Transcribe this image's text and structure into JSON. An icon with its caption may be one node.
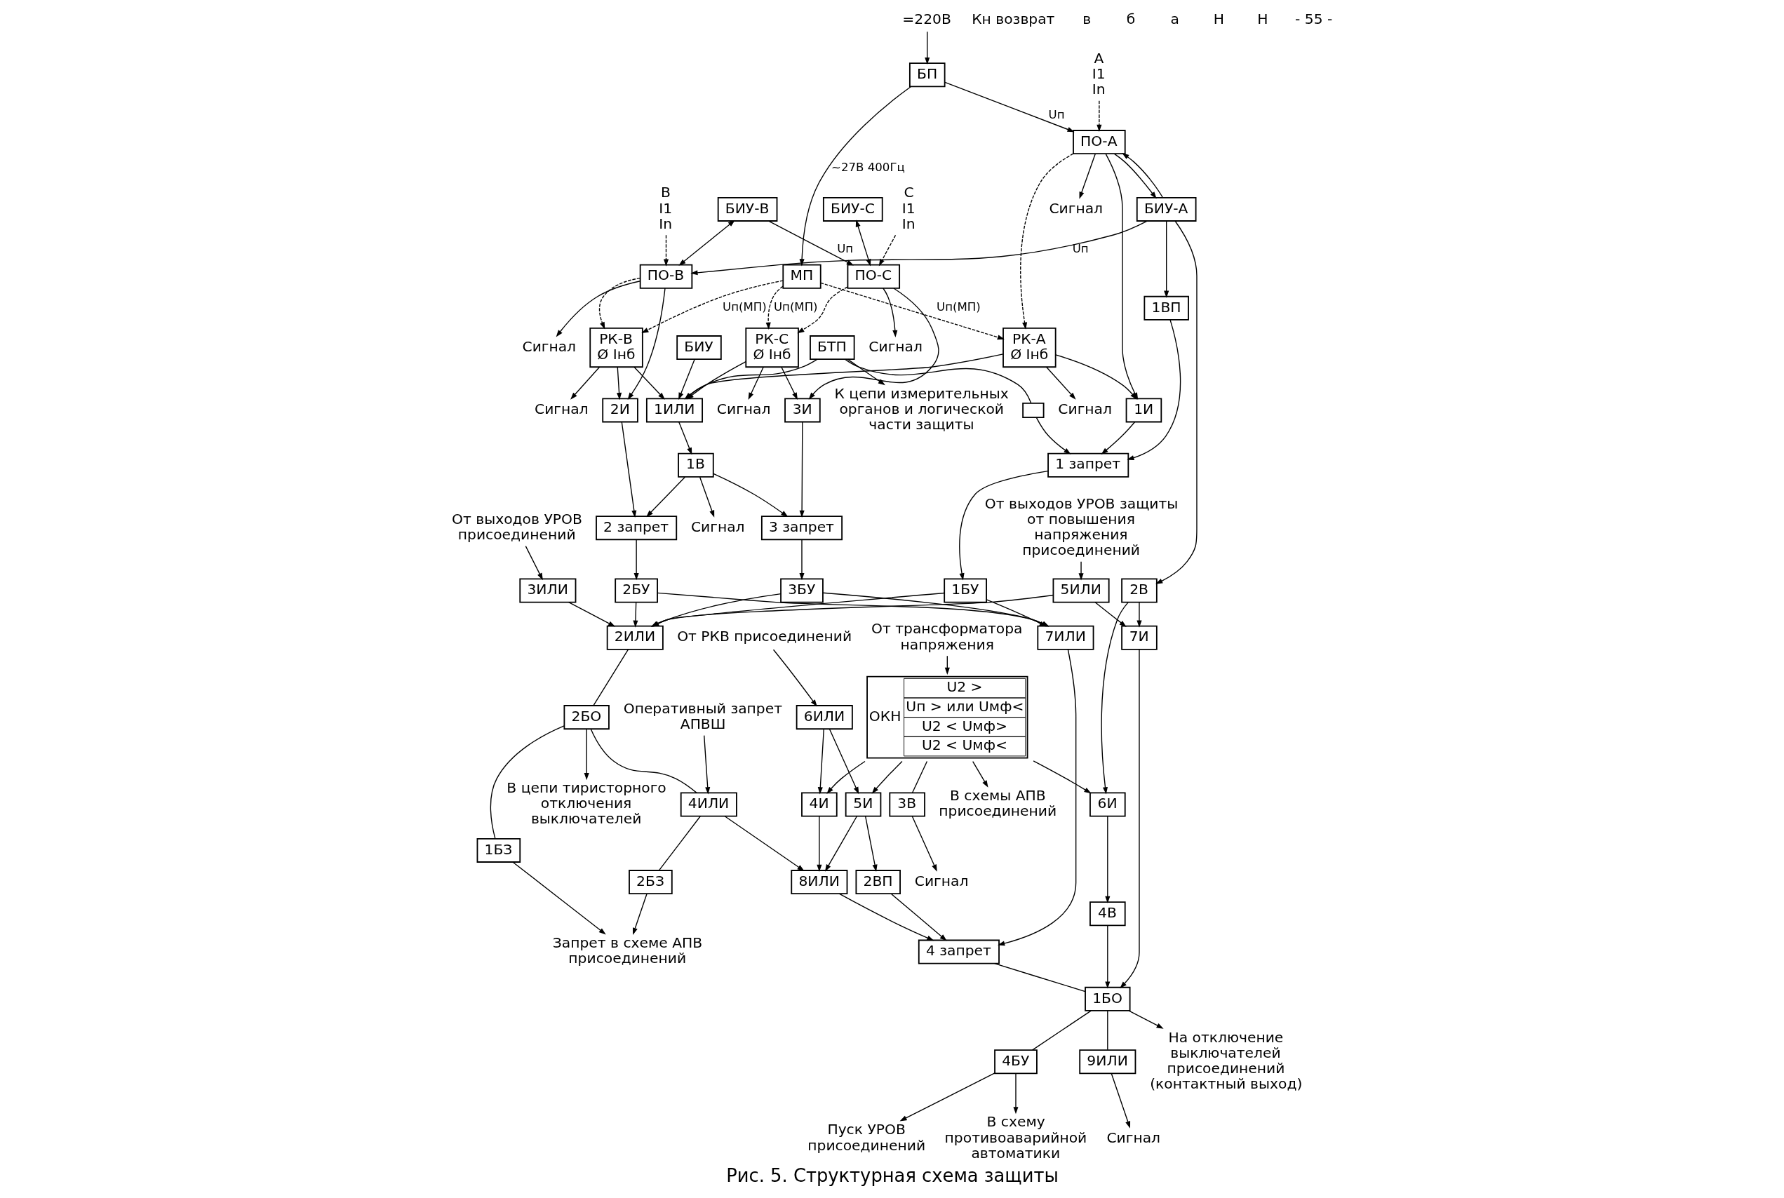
{
  "diagram": {
    "caption": "Рис. 5. Структурная схема защиты",
    "nodes": [
      {
        "text": [
          "БП"
        ]
      },
      {
        "text": [
          "МП"
        ]
      },
      {
        "text": [
          "ПО-А"
        ]
      },
      {
        "text": [
          "РК-А",
          "Ø Iнб"
        ]
      },
      {
        "text": [
          "БИУ-А"
        ]
      },
      {
        "text": [
          "1И"
        ]
      },
      {
        "text": [
          "ПО-В"
        ]
      },
      {
        "text": [
          "РК-В",
          "Ø Iнб"
        ]
      },
      {
        "text": [
          "БИУ-В"
        ]
      },
      {
        "text": [
          "2И"
        ]
      },
      {
        "text": [
          "ПО-С"
        ]
      },
      {
        "text": [
          "РК-С",
          "Ø Iнб"
        ]
      },
      {
        "text": [
          "БИУ-С"
        ]
      },
      {
        "text": [
          "3И"
        ]
      },
      {
        "text": [
          "1ИЛИ"
        ]
      },
      {
        "text": [
          "БИУ"
        ]
      },
      {
        "text": [
          "1В"
        ]
      },
      {
        "text": [
          "БТП"
        ]
      },
      {
        "text": [
          "1ВП"
        ]
      },
      {
        "text": [
          "1 запрет"
        ]
      },
      {
        "text": [
          "2 запрет"
        ]
      },
      {
        "text": [
          "3 запрет"
        ]
      },
      {
        "text": [
          "1БУ"
        ]
      },
      {
        "text": [
          "2БУ"
        ]
      },
      {
        "text": [
          "3БУ"
        ]
      },
      {
        "text": [
          "7ИЛИ"
        ]
      },
      {
        "text": [
          "2ИЛИ"
        ]
      },
      {
        "text": [
          "2В"
        ]
      },
      {
        "text": [
          "7И"
        ]
      },
      {
        "text": [
          "6И"
        ]
      },
      {
        "text": [
          "4В"
        ]
      },
      {
        "text": [
          "5ИЛИ"
        ]
      },
      {
        "text": [
          "3ИЛИ"
        ]
      },
      {
        "text": [
          "ОКН",
          "U2 >",
          "Uп > или Uмф<",
          "U2 < Uмф>",
          "U2 < Uмф<"
        ]
      },
      {
        "text": [
          "3В"
        ]
      },
      {
        "text": [
          "4И"
        ]
      },
      {
        "text": [
          "6ИЛИ"
        ]
      },
      {
        "text": [
          "5И"
        ]
      },
      {
        "text": [
          "2ВП"
        ]
      },
      {
        "text": [
          "8ИЛИ"
        ]
      },
      {
        "text": [
          "4 запрет"
        ]
      },
      {
        "text": [
          "1БО"
        ]
      },
      {
        "text": [
          "4БУ"
        ]
      },
      {
        "text": [
          "9ИЛИ"
        ]
      },
      {
        "text": [
          "2БО"
        ]
      },
      {
        "text": [
          "1БЗ"
        ]
      },
      {
        "text": [
          "4ИЛИ"
        ]
      },
      {
        "text": [
          "2БЗ"
        ]
      },
      {
        "text": [],
        "shape": "box"
      },
      {
        "text": [
          "=220В"
        ]
      },
      {
        "text": [
          "A"
        ],
        "beside": [
          "I1",
          "In"
        ]
      },
      {
        "text": [
          "B"
        ],
        "beside": [
          "I1",
          "In"
        ]
      },
      {
        "text": [
          "C"
        ],
        "beside": [
          "I1",
          "In"
        ]
      },
      {
        "text": [
          "Сигнал"
        ]
      },
      {
        "text": [
          "Сигнал"
        ]
      },
      {
        "text": [
          "Сигнал"
        ]
      },
      {
        "text": [
          "Сигнал"
        ]
      },
      {
        "text": [
          "Сигнал"
        ]
      },
      {
        "text": [
          "Сигнал"
        ]
      },
      {
        "text": [
          "Сигнал"
        ]
      },
      {
        "text": [
          "От выходов УРОВ защиты от повышения напряжения присоединений"
        ]
      },
      {
        "text": [
          "От выходов УРОВ присоединений"
        ]
      },
      {
        "text": [
          "От трансформатора напряжения"
        ]
      },
      {
        "text": [
          "Сигнал"
        ]
      },
      {
        "text": [
          "В схемы АПВ присоединений"
        ]
      },
      {
        "text": [
          "От РКВ присоединений"
        ]
      },
      {
        "text": [
          "К цепи измерительных органов и логической части защиты"
        ]
      },
      {
        "text": [
          "На отключение выключателей присоединений (контактный выход)"
        ]
      },
      {
        "text": [
          "Пуск УРОВ присоединений"
        ]
      },
      {
        "text": [
          "В схему противоаварийной автоматики"
        ]
      },
      {
        "text": [
          "Сигнал"
        ]
      },
      {
        "text": [
          "В цепи тиристорного отключения выключателей"
        ]
      },
      {
        "text": [
          "Оперативный запрет АПВШ"
        ]
      },
      {
        "text": [
          "Запрет в схеме АПВ присоединений"
        ]
      }
    ],
    "edges": [
      {
        "from": 49,
        "to": 0,
        "arrow": "to"
      },
      {
        "from": 0,
        "to": 1,
        "arrow": "to",
        "label": "~27В 400Гц"
      },
      {
        "from": 0,
        "to": 2,
        "arrow": "to",
        "label": "Uп"
      },
      {
        "from": 1,
        "to": 3,
        "arrow": "to",
        "style": "dashed",
        "label": "Uп(МП)"
      },
      {
        "from": 50,
        "to": 2,
        "arrow": "to",
        "style": "dashed"
      },
      {
        "from": 2,
        "to": 53,
        "arrow": "to"
      },
      {
        "from": 3,
        "to": 54,
        "arrow": "to"
      },
      {
        "from": 2,
        "to": 3,
        "arrow": "to",
        "style": "dashed"
      },
      {
        "from": 2,
        "to": 5,
        "arrow": "to"
      },
      {
        "from": 3,
        "to": 5,
        "arrow": "to"
      },
      {
        "from": 2,
        "to": 4,
        "arrow": "to"
      },
      {
        "from": 4,
        "to": 2,
        "arrow": "to"
      },
      {
        "from": 4,
        "to": 6,
        "arrow": "to",
        "label": "Uп"
      },
      {
        "from": 1,
        "to": 7,
        "arrow": "to",
        "style": "dashed",
        "label": "Uп(МП)"
      },
      {
        "from": 51,
        "to": 6,
        "arrow": "to",
        "style": "dashed"
      },
      {
        "from": 6,
        "to": 55,
        "arrow": "to"
      },
      {
        "from": 7,
        "to": 56,
        "arrow": "to"
      },
      {
        "from": 6,
        "to": 7,
        "arrow": "to",
        "style": "dashed"
      },
      {
        "from": 6,
        "to": 9,
        "arrow": "to"
      },
      {
        "from": 7,
        "to": 9,
        "arrow": "to"
      },
      {
        "from": 8,
        "to": 6,
        "arrow": "both"
      },
      {
        "from": 8,
        "to": 10,
        "arrow": "to",
        "label": "Uп"
      },
      {
        "from": 1,
        "to": 11,
        "arrow": "to",
        "style": "dashed",
        "label": "Uп(МП)"
      },
      {
        "from": 52,
        "to": 10,
        "arrow": "to",
        "style": "dashed"
      },
      {
        "from": 10,
        "to": 57,
        "arrow": "to"
      },
      {
        "from": 11,
        "to": 58,
        "arrow": "to"
      },
      {
        "from": 10,
        "to": 11,
        "arrow": "to",
        "style": "dashed"
      },
      {
        "from": 10,
        "to": 13,
        "arrow": "to"
      },
      {
        "from": 11,
        "to": 13,
        "arrow": "to"
      },
      {
        "from": 12,
        "to": 10,
        "arrow": "both"
      },
      {
        "from": 3,
        "to": 14,
        "arrow": "to"
      },
      {
        "from": 7,
        "to": 14,
        "arrow": "to"
      },
      {
        "from": 11,
        "to": 14,
        "arrow": "to"
      },
      {
        "from": 15,
        "to": 14,
        "arrow": "to"
      },
      {
        "from": 17,
        "to": 14,
        "arrow": "to"
      },
      {
        "from": 14,
        "to": 16,
        "arrow": "to"
      },
      {
        "from": 16,
        "to": 59,
        "arrow": "to"
      },
      {
        "from": 16,
        "to": 20,
        "arrow": "to"
      },
      {
        "from": 16,
        "to": 21,
        "arrow": "to"
      },
      {
        "from": 17,
        "to": 66,
        "arrow": "to"
      },
      {
        "from": 17,
        "to": 48,
        "arrow": "none"
      },
      {
        "from": 48,
        "to": 19,
        "arrow": "to"
      },
      {
        "from": 4,
        "to": 18,
        "arrow": "to"
      },
      {
        "from": 4,
        "to": 27,
        "arrow": "to"
      },
      {
        "from": 18,
        "to": 19,
        "arrow": "to"
      },
      {
        "from": 5,
        "to": 19,
        "arrow": "to"
      },
      {
        "from": 9,
        "to": 20,
        "arrow": "to"
      },
      {
        "from": 13,
        "to": 21,
        "arrow": "to"
      },
      {
        "from": 19,
        "to": 22,
        "arrow": "to"
      },
      {
        "from": 20,
        "to": 23,
        "arrow": "to"
      },
      {
        "from": 21,
        "to": 24,
        "arrow": "to"
      },
      {
        "from": 22,
        "to": 25,
        "arrow": "to"
      },
      {
        "from": 23,
        "to": 25,
        "arrow": "to"
      },
      {
        "from": 24,
        "to": 25,
        "arrow": "to"
      },
      {
        "from": 22,
        "to": 26,
        "arrow": "to"
      },
      {
        "from": 23,
        "to": 26,
        "arrow": "to"
      },
      {
        "from": 24,
        "to": 26,
        "arrow": "to"
      },
      {
        "from": 60,
        "to": 31,
        "arrow": "to"
      },
      {
        "from": 61,
        "to": 32,
        "arrow": "to"
      },
      {
        "from": 31,
        "to": 26,
        "arrow": "to"
      },
      {
        "from": 32,
        "to": 26,
        "arrow": "to"
      },
      {
        "from": 31,
        "to": 28,
        "arrow": "to"
      },
      {
        "from": 27,
        "to": 29,
        "arrow": "to"
      },
      {
        "from": 27,
        "to": 28,
        "arrow": "to"
      },
      {
        "from": 26,
        "to": 44,
        "arrow": "none"
      },
      {
        "from": 25,
        "to": 40,
        "arrow": "to"
      },
      {
        "from": 28,
        "to": 41,
        "arrow": "to"
      },
      {
        "from": 29,
        "to": 30,
        "arrow": "to"
      },
      {
        "from": 30,
        "to": 41,
        "arrow": "to"
      },
      {
        "from": 62,
        "to": 33,
        "arrow": "to"
      },
      {
        "from": 33,
        "to": 29,
        "arrow": "to"
      },
      {
        "from": 33,
        "to": 34,
        "arrow": "none"
      },
      {
        "from": 34,
        "to": 63,
        "arrow": "to"
      },
      {
        "from": 33,
        "to": 64,
        "arrow": "to"
      },
      {
        "from": 33,
        "to": 35,
        "arrow": "to"
      },
      {
        "from": 33,
        "to": 37,
        "arrow": "to"
      },
      {
        "from": 65,
        "to": 36,
        "arrow": "to"
      },
      {
        "from": 36,
        "to": 35,
        "arrow": "to"
      },
      {
        "from": 36,
        "to": 37,
        "arrow": "to"
      },
      {
        "from": 35,
        "to": 39,
        "arrow": "to"
      },
      {
        "from": 37,
        "to": 38,
        "arrow": "to"
      },
      {
        "from": 37,
        "to": 39,
        "arrow": "to"
      },
      {
        "from": 38,
        "to": 40,
        "arrow": "to"
      },
      {
        "from": 39,
        "to": 40,
        "arrow": "to"
      },
      {
        "from": 40,
        "to": 41,
        "arrow": "none"
      },
      {
        "from": 41,
        "to": 67,
        "arrow": "to"
      },
      {
        "from": 41,
        "to": 42,
        "arrow": "none"
      },
      {
        "from": 42,
        "to": 68,
        "arrow": "to"
      },
      {
        "from": 42,
        "to": 69,
        "arrow": "to"
      },
      {
        "from": 41,
        "to": 43,
        "arrow": "none"
      },
      {
        "from": 43,
        "to": 70,
        "arrow": "to"
      },
      {
        "from": 44,
        "to": 71,
        "arrow": "to"
      },
      {
        "from": 44,
        "to": 45,
        "arrow": "none"
      },
      {
        "from": 44,
        "to": 46,
        "arrow": "none"
      },
      {
        "from": 72,
        "to": 46,
        "arrow": "to"
      },
      {
        "from": 46,
        "to": 47,
        "arrow": "none"
      },
      {
        "from": 46,
        "to": 39,
        "arrow": "to"
      },
      {
        "from": 45,
        "to": 73,
        "arrow": "to"
      },
      {
        "from": 47,
        "to": 73,
        "arrow": "to"
      }
    ],
    "labels": [
      "Кн возврат",
      "в",
      "б",
      "а",
      "Н",
      "Н",
      "- 55 -"
    ]
  }
}
